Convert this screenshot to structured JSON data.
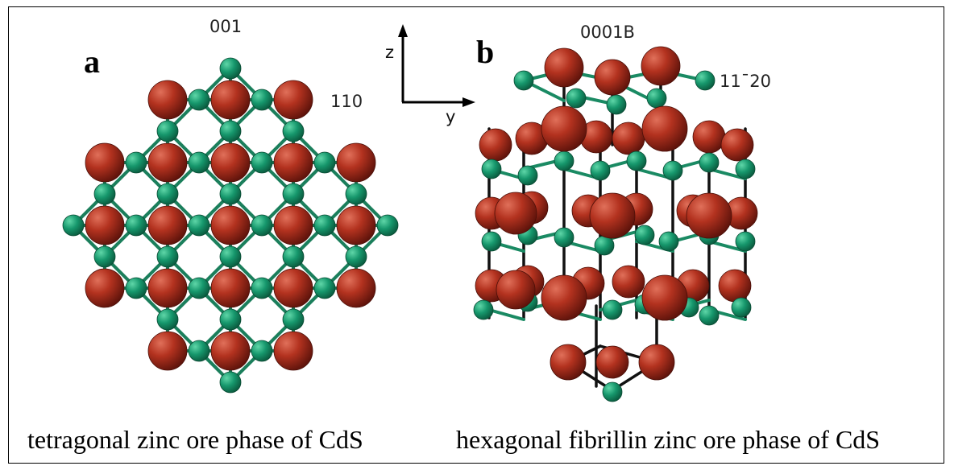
{
  "panels": [
    {
      "letter": "a",
      "labels": [
        "001",
        "110"
      ],
      "caption": "tetragonal zinc ore phase of CdS"
    },
    {
      "letter": "b",
      "labels": [
        "0001B",
        "11¯20"
      ],
      "caption": "hexagonal fibrillin zinc ore phase of CdS"
    }
  ],
  "axes": {
    "vertical": "z",
    "horizontal": "y"
  },
  "colors": {
    "cd_atom": "#a0281c",
    "s_atom": "#16976c",
    "bond": "#111111",
    "bond_green": "#1a8a63"
  }
}
